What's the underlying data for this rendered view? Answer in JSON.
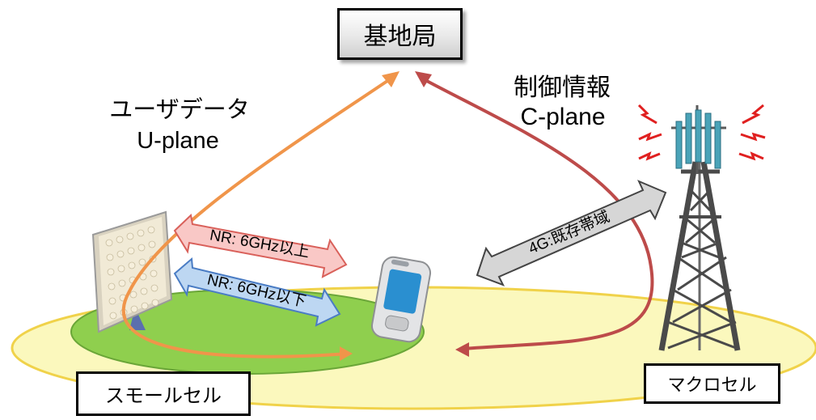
{
  "nodes": {
    "base_station": "基地局",
    "small_cell": "スモールセル",
    "macro_cell": "マクロセル"
  },
  "planes": {
    "user_data": "ユーザデータ",
    "u_plane": "U-plane",
    "control_info": "制御情報",
    "c_plane": "C-plane"
  },
  "links": {
    "nr_above_6ghz": "NR: 6GHz以上",
    "nr_below_6ghz": "NR: 6GHz以下",
    "lte_existing_band": "4G:既存帯域"
  },
  "colors": {
    "u_plane_arrow": "#f0954a",
    "c_plane_arrow": "#bd4b4a",
    "nr_above_arrow": "#f9c8c6",
    "nr_below_arrow": "#bdd7f2",
    "lte_arrow": "#d6d6d6",
    "macro_coverage": "#fbf8bd",
    "small_coverage": "#8fcf4e",
    "tower": "#4a4a4a",
    "radio_waves": "#e02020"
  },
  "icons": [
    "antenna-panel-icon",
    "mobile-phone-icon",
    "cell-tower-icon",
    "radio-wave-icon"
  ]
}
